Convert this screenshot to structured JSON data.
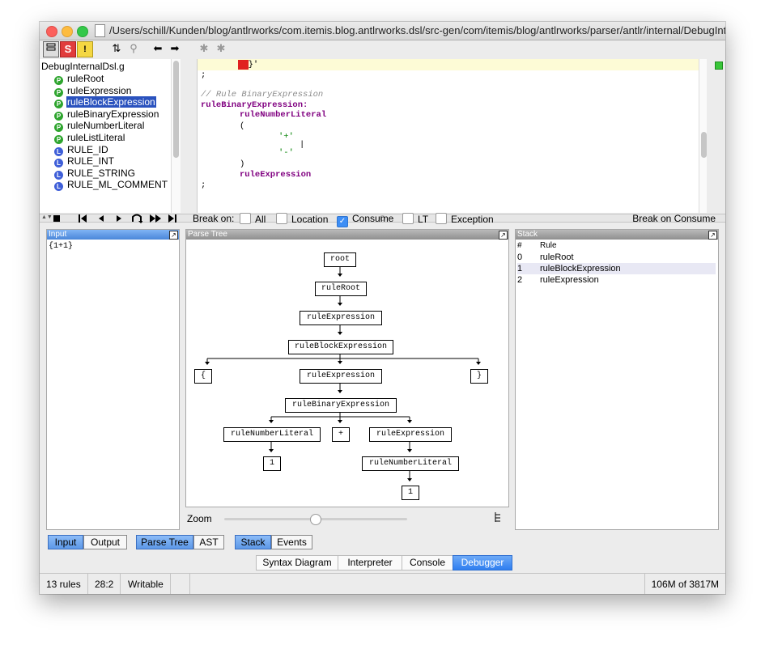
{
  "window": {
    "title": "/Users/schill/Kunden/blog/antlrworks/com.itemis.blog.antlrworks.dsl/src-gen/com/itemis/blog/antlrworks/parser/antlr/internal/DebugInternalDsl.g"
  },
  "toolbar": {
    "s_label": "S",
    "warn_label": "!",
    "sort_label": "⇅",
    "find_label": "⚲",
    "back_label": "⬅",
    "forward_label": "➡",
    "bug_label": "✱",
    "bug2_label": "✱"
  },
  "tree": {
    "root": "DebugInternalDsl.g",
    "items": [
      {
        "label": "ruleRoot",
        "kind": "P"
      },
      {
        "label": "ruleExpression",
        "kind": "P"
      },
      {
        "label": "ruleBlockExpression",
        "kind": "P"
      },
      {
        "label": "ruleBinaryExpression",
        "kind": "P"
      },
      {
        "label": "ruleNumberLiteral",
        "kind": "P"
      },
      {
        "label": "ruleListLiteral",
        "kind": "P"
      },
      {
        "label": "RULE_ID",
        "kind": "L"
      },
      {
        "label": "RULE_INT",
        "kind": "L"
      },
      {
        "label": "RULE_STRING",
        "kind": "L"
      },
      {
        "label": "RULE_ML_COMMENT",
        "kind": "L"
      }
    ],
    "selected": "ruleBlockExpression"
  },
  "editor": {
    "line1": "}'",
    "line2": ";",
    "comment": "// Rule BinaryExpression",
    "rule": "ruleBinaryExpression:",
    "sub1": "ruleNumberLiteral",
    "paren_open": "(",
    "plus": "'+'",
    "bar": "|",
    "minus": "'-'",
    "paren_close": ")",
    "sub2": "ruleExpression",
    "end": ";"
  },
  "debugger": {
    "break_on_label": "Break on:",
    "options": [
      {
        "label": "All",
        "checked": false
      },
      {
        "label": "Location",
        "checked": false
      },
      {
        "label": "Consume",
        "checked": true
      },
      {
        "label": "LT",
        "checked": false
      },
      {
        "label": "Exception",
        "checked": false
      }
    ],
    "status_text": "Break on Consume",
    "input_title": "Input",
    "input_text": "{1+1}",
    "parse_tree_title": "Parse Tree",
    "stack_title": "Stack",
    "stack_headers": {
      "index": "#",
      "rule": "Rule"
    },
    "stack_rows": [
      {
        "index": "0",
        "rule": "ruleRoot"
      },
      {
        "index": "1",
        "rule": "ruleBlockExpression"
      },
      {
        "index": "2",
        "rule": "ruleExpression"
      }
    ],
    "zoom_label": "Zoom",
    "zoom_level": 0.5,
    "left_tabs": [
      "Input",
      "Output"
    ],
    "mid_tabs": [
      "Parse Tree",
      "AST"
    ],
    "right_tabs": [
      "Stack",
      "Events"
    ]
  },
  "parse_tree": {
    "root": "root",
    "ruleRoot": "ruleRoot",
    "ruleExpression": "ruleExpression",
    "ruleBlockExpression": "ruleBlockExpression",
    "lbrace": "{",
    "inner_expression": "ruleExpression",
    "rbrace": "}",
    "binary": "ruleBinaryExpression",
    "left_literal": "ruleNumberLiteral",
    "op": "+",
    "right_expression": "ruleExpression",
    "left_value": "1",
    "right_literal": "ruleNumberLiteral",
    "right_value": "1"
  },
  "bottom_tabs": [
    "Syntax Diagram",
    "Interpreter",
    "Console",
    "Debugger"
  ],
  "bottom_tabs_active": "Debugger",
  "status": {
    "rules": "13 rules",
    "position": "28:2",
    "mode": "Writable",
    "memory": "106M of 3817M"
  },
  "colors": {
    "selection": "#2a52be",
    "active_tab": "#2e7ef0",
    "rule_keyword": "#800080",
    "string": "#008000",
    "comment": "#8c8c8c"
  }
}
